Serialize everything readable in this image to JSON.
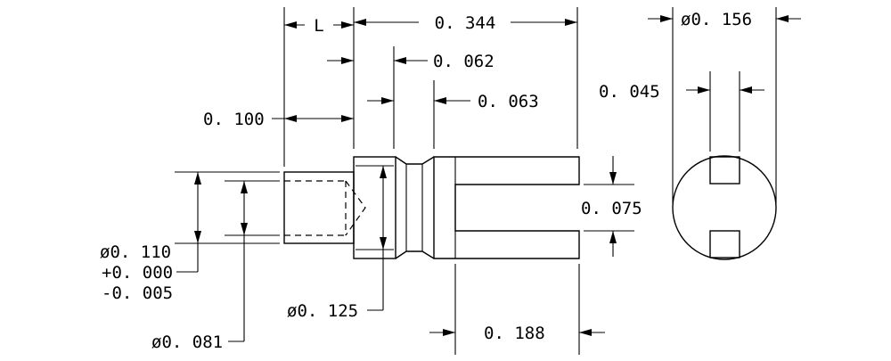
{
  "dimensions": {
    "length_symbol": "L",
    "overall_length": "0. 344",
    "step_length": "0. 062",
    "neck_length": "0. 063",
    "shank_offset": "0. 100",
    "slot_width": "0. 075",
    "slot_depth": "0. 188",
    "head_diameter": "ø0. 156",
    "end_slot_width": "0. 045",
    "shank_diameter": "ø0. 110",
    "shank_tol_plus": "+0. 000",
    "shank_tol_minus": "-0. 005",
    "collar_diameter": "ø0. 125",
    "bore_diameter": "ø0. 081"
  }
}
